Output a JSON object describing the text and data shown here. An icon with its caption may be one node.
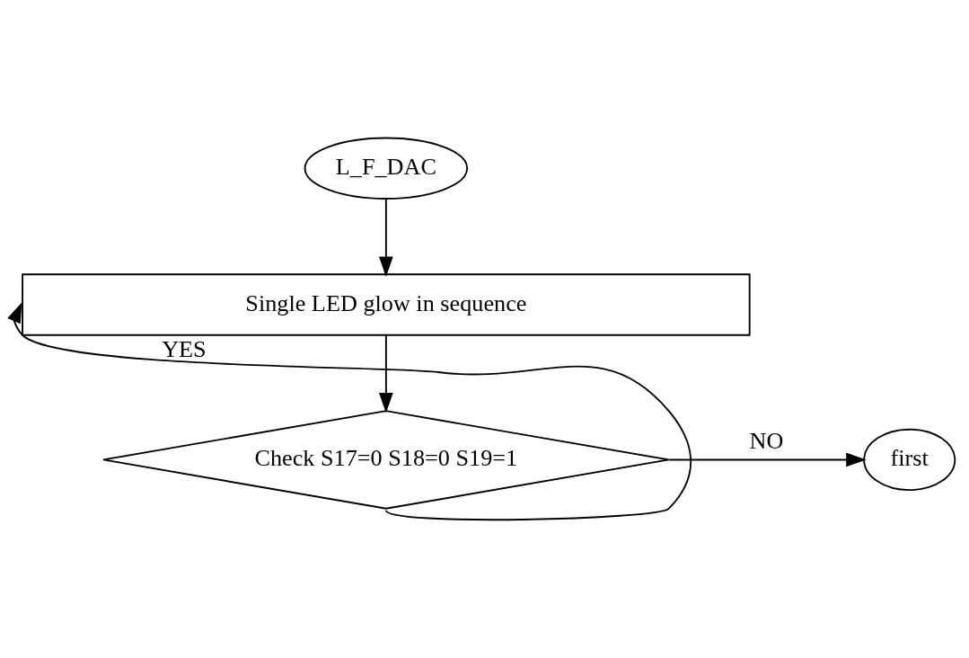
{
  "diagram": {
    "nodes": [
      {
        "text": [
          "L_F_DAC"
        ]
      },
      {
        "text": [
          "Single LED glow in sequence"
        ]
      },
      {
        "text": [
          "Check S17=0 S18=0 S19=1"
        ]
      },
      {
        "text": [
          "first"
        ]
      }
    ],
    "edges": [
      {
        "from": 0,
        "to": 1,
        "arrow": "to"
      },
      {
        "from": 1,
        "to": 2,
        "arrow": "to"
      },
      {
        "from": 2,
        "to": 3,
        "arrow": "to",
        "label": "NO"
      },
      {
        "from": 2,
        "to": 1,
        "arrow": "to",
        "label": "YES"
      }
    ]
  }
}
